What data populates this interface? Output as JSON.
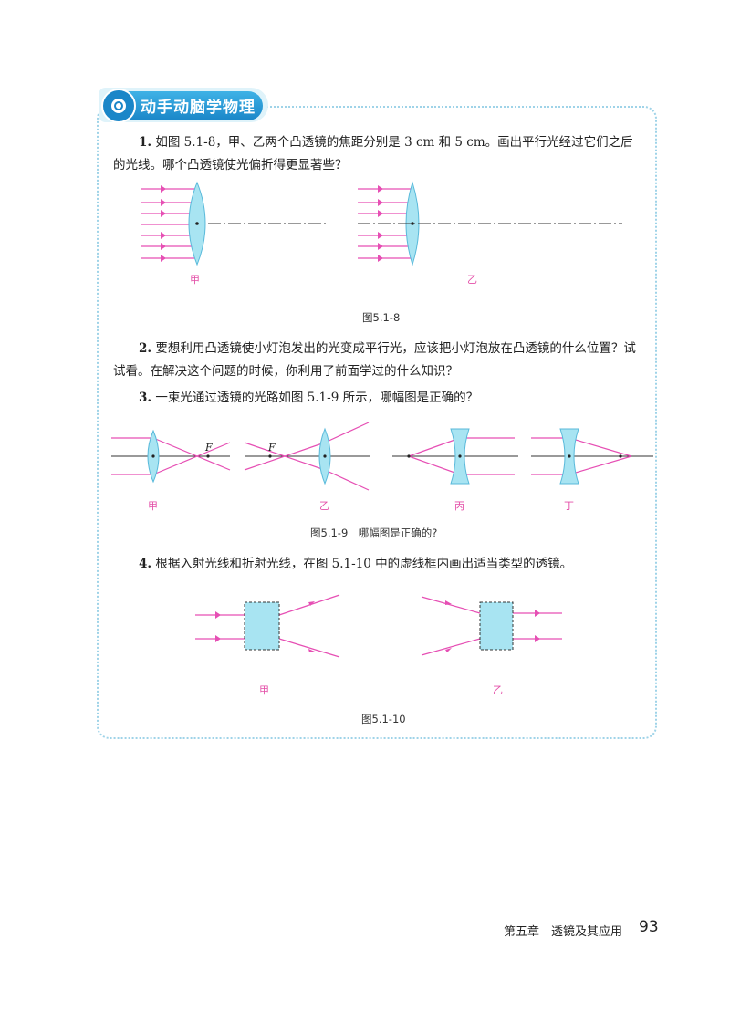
{
  "section": {
    "title": "动手动脑学物理"
  },
  "questions": [
    {
      "number": "1.",
      "text": "如图 5.1-8，甲、乙两个凸透镜的焦距分别是 3 cm 和 5 cm。画出平行光经过它们之后的光线。哪个凸透镜使光偏折得更显著些？"
    },
    {
      "number": "2.",
      "text": "要想利用凸透镜使小灯泡发出的光变成平行光，应该把小灯泡放在凸透镜的什么位置？试试看。在解决这个问题的时候，你利用了前面学过的什么知识？"
    },
    {
      "number": "3.",
      "text": "一束光通过透镜的光路如图 5.1-9 所示，哪幅图是正确的？"
    },
    {
      "number": "4.",
      "text": "根据入射光线和折射光线，在图 5.1-10 中的虚线框内画出适当类型的透镜。"
    }
  ],
  "figures": {
    "fig1": {
      "caption": "图5.1-8",
      "labels": [
        "甲",
        "乙"
      ]
    },
    "fig2": {
      "caption": "图5.1-9　哪幅图是正确的?",
      "labels": [
        "甲",
        "乙",
        "丙",
        "丁"
      ],
      "focus_label": "F"
    },
    "fig3": {
      "caption": "图5.1-10",
      "labels": [
        "甲",
        "乙"
      ]
    }
  },
  "colors": {
    "ray": "#e64fb4",
    "lens": "#a8e4f2",
    "lens_stroke": "#58b9da",
    "header": "#1a86c8"
  },
  "footer": {
    "chapter": "第五章　透镜及其应用",
    "page": "93"
  }
}
